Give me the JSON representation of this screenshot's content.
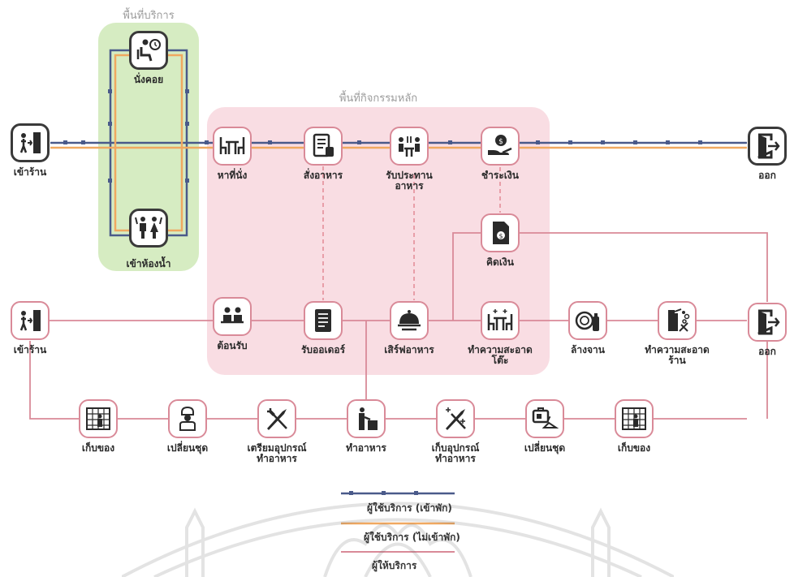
{
  "zones": {
    "service_title": "พื้นที่บริการ",
    "main_title": "พื้นที่กิจกรรมหลัก"
  },
  "customer_flow": {
    "enter": "เข้าร้าน",
    "seat": "หาที่นั่ง",
    "order": "สั่งอาหาร",
    "eat": "รับประทาน\nอาหาร",
    "pay": "ชำระเงิน",
    "exit": "ออก",
    "wait": "นั่งคอย",
    "restroom": "เข้าห้องน้ำ"
  },
  "staff_flow": {
    "enter": "เข้าร้าน",
    "welcome": "ต้อนรับ",
    "take_order": "รับออเดอร์",
    "serve": "เสิร์ฟอาหาร",
    "clean_table": "ทำความสะอาด\nโต๊ะ",
    "wash_dishes": "ล้างจาน",
    "clean_store": "ทำความสะอาด\nร้าน",
    "exit": "ออก",
    "bill": "คิดเงิน",
    "store_items_1": "เก็บของ",
    "change_clothes_1": "เปลี่ยนชุด",
    "prep_tools": "เตรียมอุปกรณ์\nทำอาหาร",
    "cook": "ทำอาหาร",
    "store_tools": "เก็บอุปกรณ์\nทำอาหาร",
    "change_clothes_2": "เปลี่ยนชุด",
    "store_items_2": "เก็บของ"
  },
  "legend": {
    "items": [
      {
        "label": "ผู้ใช้บริการ (เข้าพัก)",
        "color": "#4a5a8a"
      },
      {
        "label": "ผู้ใช้บริการ (ไม่เข้าพัก)",
        "color": "#f0a860"
      },
      {
        "label": "ผู้ให้บริการ",
        "color": "#d98a98"
      }
    ]
  },
  "colors": {
    "service_zone": "#d6ecc2",
    "main_zone": "#f9dde3",
    "navy_line": "#4a5a8a",
    "orange_line": "#f0a860",
    "pink_line": "#d98a98"
  }
}
